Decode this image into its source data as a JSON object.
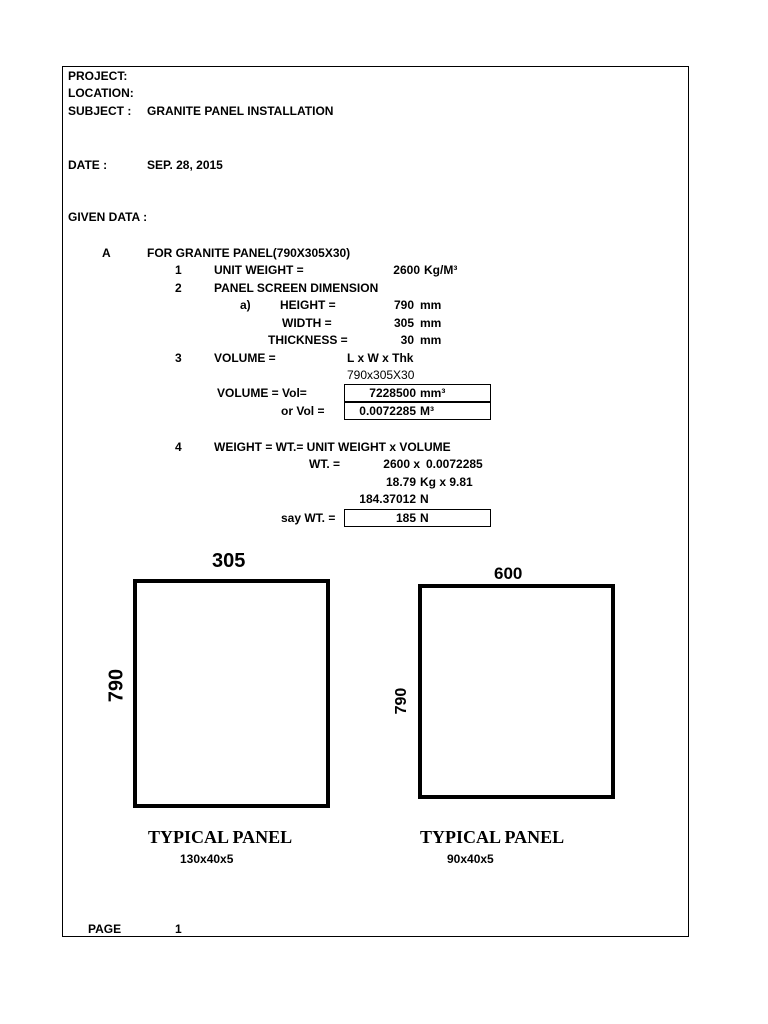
{
  "header": {
    "project_label": "PROJECT:",
    "location_label": "LOCATION:",
    "subject_label": "SUBJECT :",
    "subject_value": "GRANITE PANEL INSTALLATION",
    "date_label": "DATE :",
    "date_value": "SEP. 28, 2015",
    "given_label": "GIVEN DATA :"
  },
  "section_a": {
    "letter": "A",
    "title": "FOR GRANITE  PANEL(790X305X30)",
    "item1_num": "1",
    "item1_label": "UNIT WEIGHT =",
    "item1_value": "2600",
    "item1_unit": "Kg/M³",
    "item2_num": "2",
    "item2_label": "PANEL SCREEN DIMENSION",
    "sub_a": "a)",
    "height_label": "HEIGHT =",
    "height_value": "790",
    "height_unit": "mm",
    "width_label": "WIDTH =",
    "width_value": "305",
    "width_unit": "mm",
    "thickness_label": "THICKNESS =",
    "thickness_value": "30",
    "thickness_unit": "mm",
    "item3_num": "3",
    "volume_label": "VOLUME =",
    "volume_formula": "L x W x Thk",
    "volume_dims": "790x305X30",
    "vol_label": "VOLUME = Vol=",
    "vol_value": "7228500",
    "vol_unit": "mm³",
    "orvol_label": "or Vol =",
    "orvol_value": "0.0072285",
    "orvol_unit": "M³",
    "item4_num": "4",
    "weight_label": "WEIGHT = WT.= UNIT WEIGHT x VOLUME",
    "wt_label": "WT. =",
    "wt_a": "2600 x",
    "wt_b": "0.0072285",
    "wt_kg": "18.79",
    "wt_kg_unit": "Kg x 9.81",
    "wt_n": "184.37012",
    "wt_n_unit": "N",
    "say_label": "say WT. =",
    "say_value": "185",
    "say_unit": "N"
  },
  "panels": [
    {
      "width_label": "305",
      "height_label": "790",
      "caption": "TYPICAL PANEL",
      "size": "130x40x5"
    },
    {
      "width_label": "600",
      "height_label": "790",
      "caption": "TYPICAL PANEL",
      "size": "90x40x5"
    }
  ],
  "footer": {
    "page_label": "PAGE",
    "page_number": "1"
  }
}
